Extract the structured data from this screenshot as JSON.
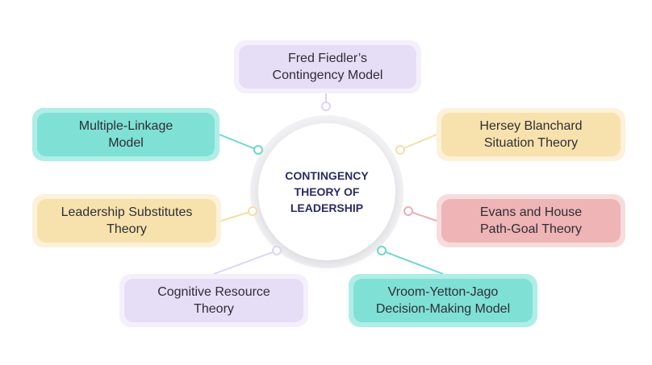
{
  "center": {
    "title": "CONTINGENCY\nTHEORY OF\nLEADERSHIP"
  },
  "theories": [
    {
      "id": "fiedler",
      "label": "Fred Fiedler’s\nContingency Model",
      "theme": "lavender"
    },
    {
      "id": "multiple-linkage",
      "label": "Multiple-Linkage\nModel",
      "theme": "teal"
    },
    {
      "id": "hersey-blanchard",
      "label": "Hersey Blanchard\nSituation Theory",
      "theme": "yellow"
    },
    {
      "id": "leadership-substitutes",
      "label": "Leadership Substitutes\nTheory",
      "theme": "yellow"
    },
    {
      "id": "evans-house",
      "label": "Evans and House\nPath-Goal Theory",
      "theme": "pink"
    },
    {
      "id": "cognitive-resource",
      "label": "Cognitive Resource\nTheory",
      "theme": "lavender"
    },
    {
      "id": "vroom-yetton-jago",
      "label": "Vroom-Yetton-Jago\nDecision-Making Model",
      "theme": "teal"
    }
  ],
  "themes": {
    "lavender": {
      "outer": "#f4f0fb",
      "inner": "#e6ddf7",
      "line": "#ddd3f2"
    },
    "teal": {
      "outer": "#aeeee6",
      "inner": "#7fe0d6",
      "line": "#6fd6cb"
    },
    "yellow": {
      "outer": "#fcf1d9",
      "inner": "#f7e2ad",
      "line": "#f3dfa8"
    },
    "pink": {
      "outer": "#f6dcdc",
      "inner": "#eeb4b6",
      "line": "#e9b0b2"
    }
  },
  "colors": {
    "center_text": "#2b2b63",
    "label_text": "#2e2e35",
    "ring": "#f1f1f4"
  }
}
